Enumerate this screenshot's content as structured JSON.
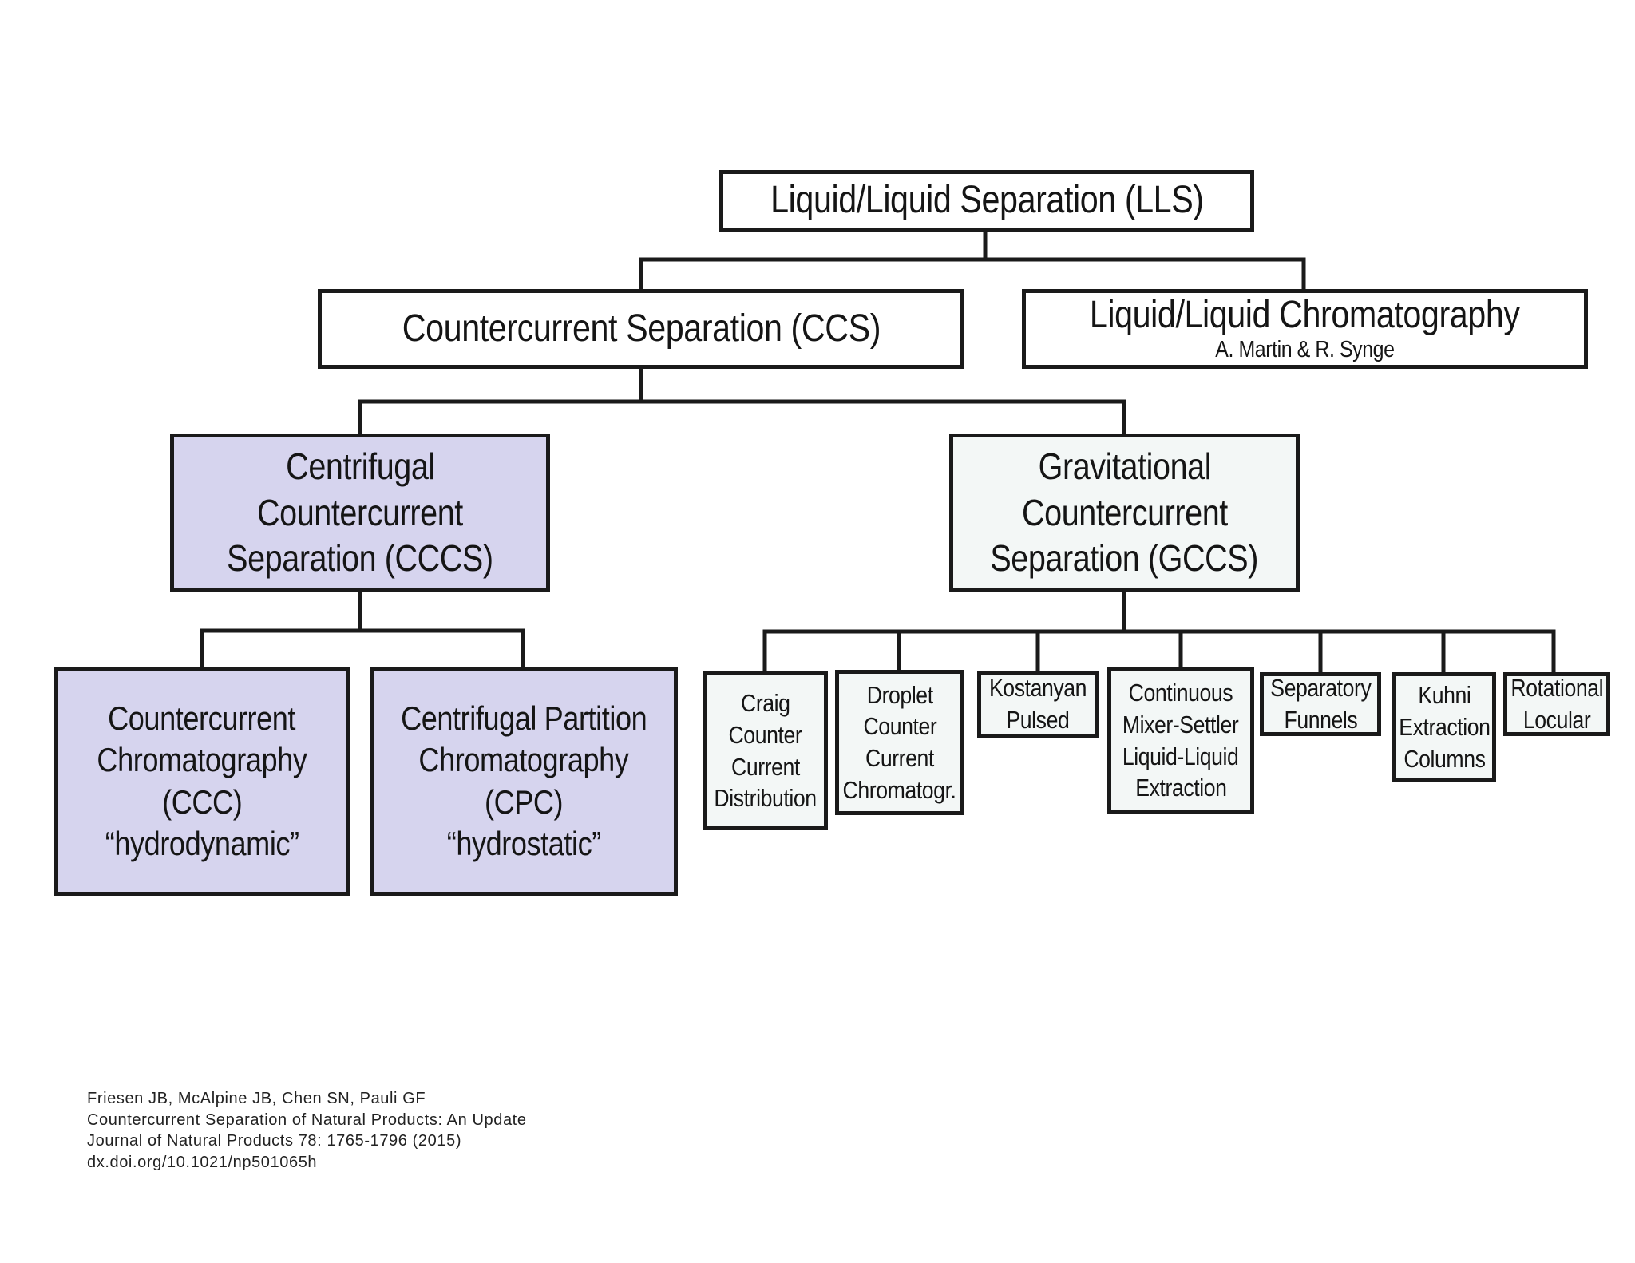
{
  "nodes": {
    "lls": {
      "lines": [
        "Liquid/Liquid Separation (LLS)"
      ]
    },
    "ccs": {
      "lines": [
        "Countercurrent Separation (CCS)"
      ]
    },
    "llc": {
      "lines": [
        "Liquid/Liquid Chromatography"
      ],
      "subtitle": "A. Martin & R. Synge"
    },
    "cccs": {
      "lines": [
        "Centrifugal",
        "Countercurrent",
        "Separation (CCCS)"
      ]
    },
    "gccs": {
      "lines": [
        "Gravitational",
        "Countercurrent",
        "Separation (GCCS)"
      ]
    },
    "ccc": {
      "lines": [
        "Countercurrent",
        "Chromatography",
        "(CCC)",
        "“hydrodynamic”"
      ]
    },
    "cpc": {
      "lines": [
        "Centrifugal Partition",
        "Chromatography",
        "(CPC)",
        "“hydrostatic”"
      ]
    },
    "craig": {
      "lines": [
        "Craig",
        "Counter",
        "Current",
        "Distribution"
      ]
    },
    "droplet": {
      "lines": [
        "Droplet",
        "Counter",
        "Current",
        "Chromatogr."
      ]
    },
    "kostanyan": {
      "lines": [
        "Kostanyan",
        "Pulsed"
      ]
    },
    "mixer": {
      "lines": [
        "Continuous",
        "Mixer-Settler",
        "Liquid-Liquid",
        "Extraction"
      ]
    },
    "funnels": {
      "lines": [
        "Separatory",
        "Funnels"
      ]
    },
    "kuhni": {
      "lines": [
        "Kuhni",
        "Extraction",
        "Columns"
      ]
    },
    "rotational": {
      "lines": [
        "Rotational",
        "Locular"
      ]
    }
  },
  "colors": {
    "line": "#1a1a1a",
    "centrifugal_fill": "#d6d4ee",
    "gravitational_fill": "#f3f7f6",
    "root_fill": "#ffffff"
  },
  "citation": [
    "Friesen JB, McAlpine JB, Chen SN, Pauli GF",
    "Countercurrent Separation of Natural Products: An Update",
    "Journal of Natural Products 78: 1765-1796 (2015)",
    "dx.doi.org/10.1021/np501065h"
  ]
}
